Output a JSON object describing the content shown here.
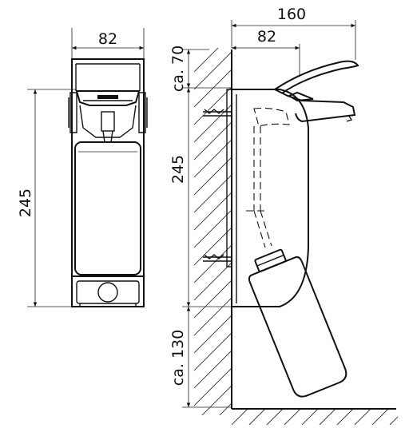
{
  "dimensions": {
    "front_width": "82",
    "front_height": "245",
    "side_total_width": "160",
    "side_body_width": "82",
    "side_top_clearance": "ca. 70",
    "side_height": "245",
    "side_bottom_clearance": "ca. 130"
  },
  "colors": {
    "line": "#111111",
    "background": "#ffffff"
  }
}
